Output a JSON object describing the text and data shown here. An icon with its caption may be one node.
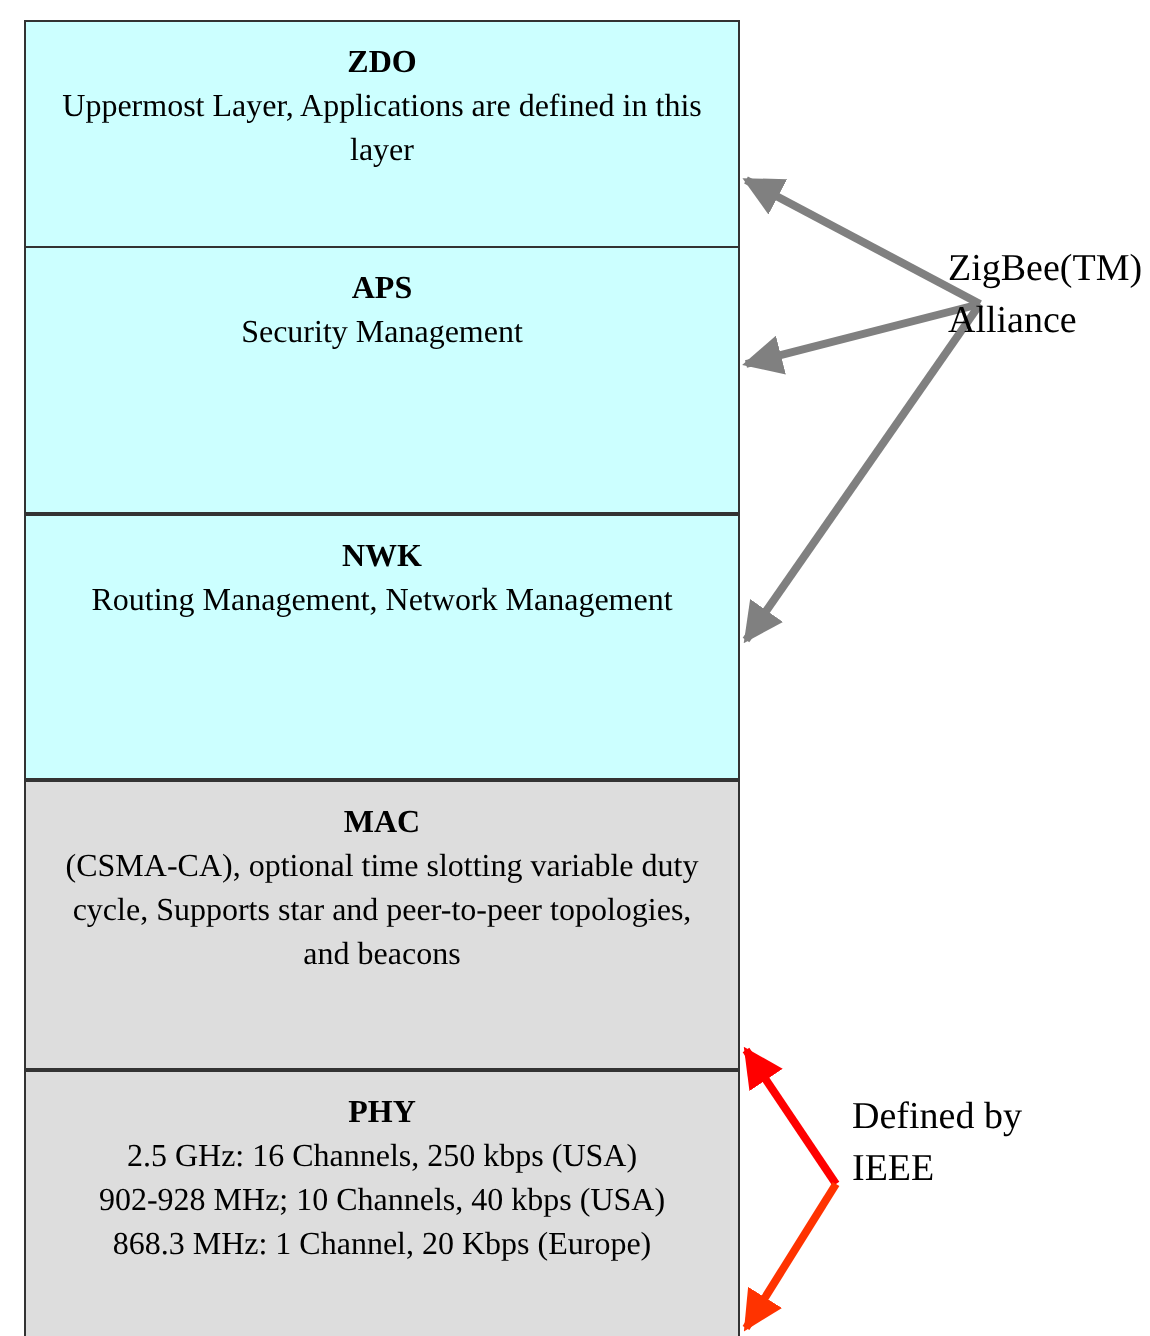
{
  "diagram": {
    "nodes": [
      {
        "text": [
          "ZDO",
          "Uppermost Layer, Applications are defined in this layer"
        ]
      },
      {
        "text": [
          "APS",
          "Security Management"
        ]
      },
      {
        "text": [
          "NWK",
          "Routing Management, Network Management"
        ]
      },
      {
        "text": [
          "MAC",
          "(CSMA-CA), optional time slotting variable duty cycle, Supports star and peer-to-peer topologies, and beacons"
        ]
      },
      {
        "text": [
          "PHY",
          "2.5 GHz: 16 Channels, 250 kbps (USA)",
          "902-928 MHz; 10 Channels, 40 kbps (USA)",
          "868.3 MHz: 1 Channel, 20 Kbps (Europe)"
        ]
      },
      {
        "text": [
          "ZigBee(TM) Alliance"
        ]
      },
      {
        "text": [
          "Defined by IEEE"
        ]
      }
    ],
    "edges": [
      {
        "from": 5,
        "to": 0,
        "arrow": "to"
      },
      {
        "from": 5,
        "to": 1,
        "arrow": "to"
      },
      {
        "from": 5,
        "to": 2,
        "arrow": "to"
      },
      {
        "from": 6,
        "to": 3,
        "arrow": "to",
        "color": "#ff0000"
      },
      {
        "from": 6,
        "to": 4,
        "arrow": "to",
        "color": "#ff3300"
      }
    ]
  }
}
